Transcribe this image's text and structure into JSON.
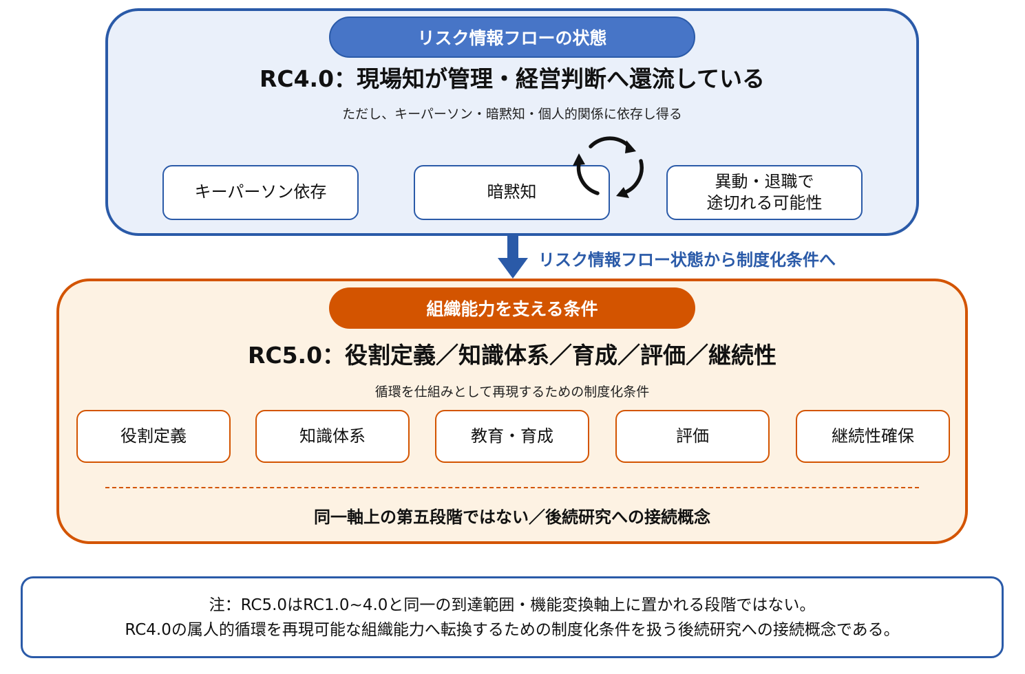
{
  "top": {
    "pill": "リスク情報フローの状態",
    "title": "RC4.0：現場知が管理・経営判断へ還流している",
    "subtitle": "ただし、キーパーソン・暗黙知・個人的関係に依存し得る",
    "boxes": [
      {
        "lines": [
          "キーパーソン依存"
        ]
      },
      {
        "lines": [
          "暗黙知"
        ]
      },
      {
        "lines": [
          "異動・退職で",
          "途切れる可能性"
        ]
      }
    ],
    "cycle_icon": "cycle-arrows-icon"
  },
  "arrow": {
    "label": "リスク情報フロー状態から制度化条件へ",
    "icon": "down-arrow-icon"
  },
  "middle": {
    "pill": "組織能力を支える条件",
    "title": "RC5.0：役割定義／知識体系／育成／評価／継続性",
    "subtitle": "循環を仕組みとして再現するための制度化条件",
    "boxes": [
      "役割定義",
      "知識体系",
      "教育・育成",
      "評価",
      "継続性確保"
    ],
    "note": "同一軸上の第五段階ではない／後続研究への接続概念"
  },
  "note": {
    "line1": "注：RC5.0はRC1.0~4.0と同一の到達範囲・機能変換軸上に置かれる段階ではない。",
    "line2": "RC4.0の属人的循環を再現可能な組織能力へ転換するための制度化条件を扱う後続研究への接続概念である。"
  },
  "colors": {
    "blue_border": "#2a5aa8",
    "blue_pill": "#4775c7",
    "blue_panel_bg": "#eaf0fa",
    "orange": "#d35400",
    "orange_panel_bg": "#fdf2e3"
  }
}
